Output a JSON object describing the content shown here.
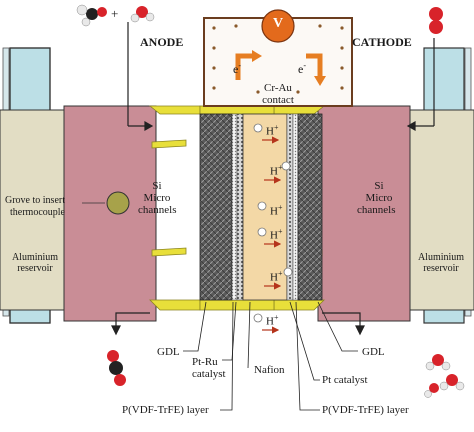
{
  "title_labels": {
    "anode": "ANODE",
    "cathode": "CATHODE",
    "voltmeter": "V",
    "electron": "e",
    "electron_sup": "-",
    "contact_line1": "Cr-Au",
    "contact_line2": "contact"
  },
  "left_labels": {
    "grove_line1": "Grove to insert",
    "grove_line2": "thermocouple",
    "si_line1": "Si",
    "si_line2": "Micro",
    "si_line3": "channels",
    "reservoir_line1": "Aluminium",
    "reservoir_line2": "reservoir"
  },
  "right_labels": {
    "si_line1": "Si",
    "si_line2": "Micro",
    "si_line3": "channels",
    "reservoir_line1": "Aluminium",
    "reservoir_line2": "reservoir"
  },
  "proton": {
    "label": "H",
    "sup": "+"
  },
  "bottom_labels": {
    "gdl_left": "GDL",
    "gdl_right": "GDL",
    "ptru_line1": "Pt-Ru",
    "ptru_line2": "catalyst",
    "nafion": "Nafion",
    "pt_catalyst": "Pt catalyst",
    "pvdf_left": "P(VDF-TrFE) layer",
    "pvdf_right": "P(VDF-TrFE) layer"
  },
  "reactant_plus": "+",
  "colors": {
    "silicon_pink": "#c98d96",
    "reservoir_beige": "#e2ddc4",
    "water_blue": "#bcdfe6",
    "nafion_tan": "#f3d8a6",
    "gdl_gray": "#6a6a6a",
    "contact_yellow": "#e8df3a",
    "voltmeter_orange": "#e36a1c",
    "arrow_orange": "#e67e22",
    "proton_arrow": "#b5341b",
    "oxygen_red": "#d8232a"
  },
  "icons": {
    "anode_molecules": "methanol-water-molecule-icons",
    "cathode_molecule": "oxygen-molecule-icon",
    "anode_product": "co2-molecule-icon",
    "cathode_product": "water-molecule-icon"
  }
}
